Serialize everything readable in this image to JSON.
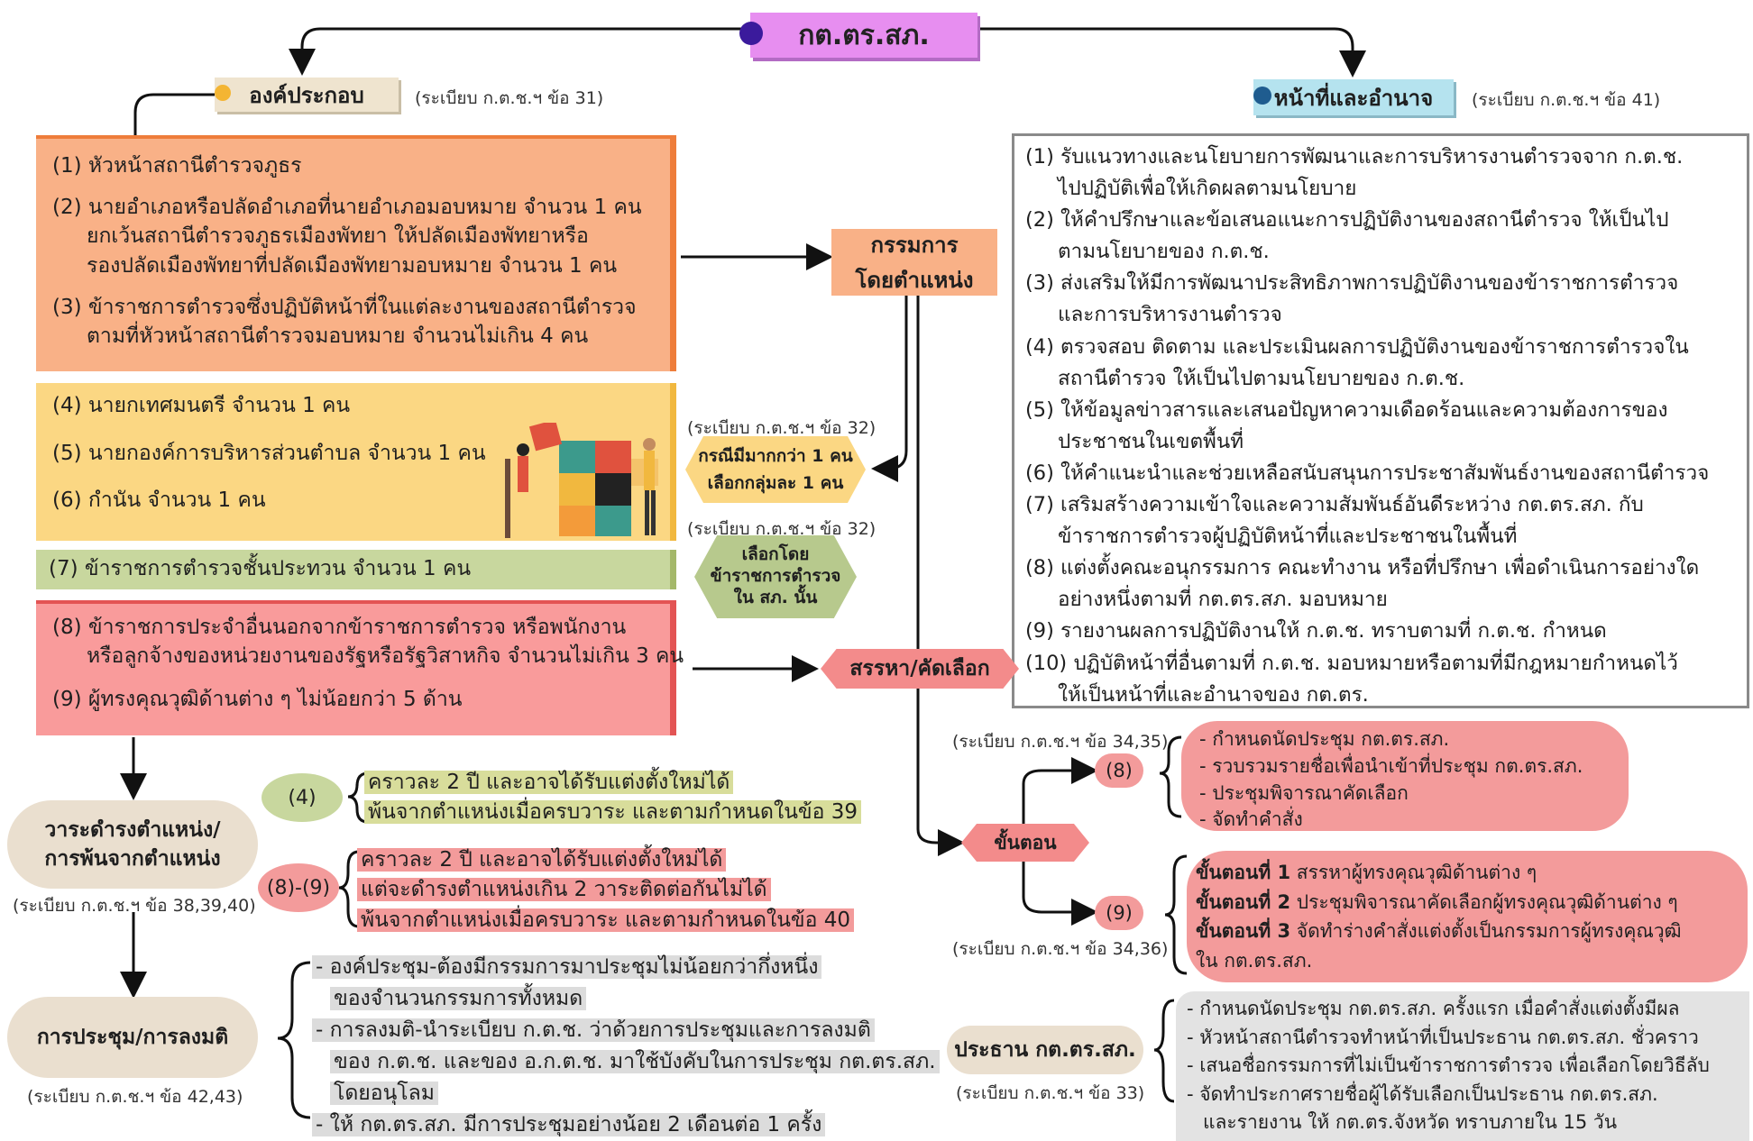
{
  "title": "กต.ตร.สภ.",
  "composition": {
    "label": "องค์ประกอบ",
    "ref": "(ระเบียบ ก.ต.ช.ฯ ข้อ 31)"
  },
  "duties": {
    "label": "หน้าที่และอำนาจ",
    "ref": "(ระเบียบ ก.ต.ช.ฯ ข้อ 41)",
    "items": [
      [
        "(1) รับแนวทางและนโยบายการพัฒนาและการบริหารงานตำรวจจาก ก.ต.ช.",
        "ไปปฏิบัติเพื่อให้เกิดผลตามนโยบาย"
      ],
      [
        "(2) ให้คำปรึกษาและข้อเสนอแนะการปฏิบัติงานของสถานีตำรวจ ให้เป็นไป",
        "ตามนโยบายของ ก.ต.ช."
      ],
      [
        "(3) ส่งเสริมให้มีการพัฒนาประสิทธิภาพการปฏิบัติงานของข้าราชการตำรวจ",
        "และการบริหารงานตำรวจ"
      ],
      [
        "(4) ตรวจสอบ ติดตาม และประเมินผลการปฏิบัติงานของข้าราชการตำรวจใน",
        "สถานีตำรวจ ให้เป็นไปตามนโยบายของ ก.ต.ช."
      ],
      [
        "(5) ให้ข้อมูลข่าวสารและเสนอปัญหาความเดือดร้อนและความต้องการของ",
        "ประชาชนในเขตพื้นที่"
      ],
      [
        "(6) ให้คำแนะนำและช่วยเหลือสนับสนุนการประชาสัมพันธ์งานของสถานีตำรวจ"
      ],
      [
        "(7) เสริมสร้างความเข้าใจและความสัมพันธ์อันดีระหว่าง กต.ตร.สภ. กับ",
        "ข้าราชการตำรวจผู้ปฏิบัติหน้าที่และประชาชนในพื้นที่"
      ],
      [
        "(8)  แต่งตั้งคณะอนุกรรมการ คณะทำงาน หรือที่ปรึกษา เพื่อดำเนินการอย่างใด",
        "อย่างหนึ่งตามที่ กต.ตร.สภ. มอบหมาย"
      ],
      [
        "(9) รายงานผลการปฏิบัติงานให้ ก.ต.ช. ทราบตามที่ ก.ต.ช. กำหนด"
      ],
      [
        "(10) ปฏิบัติหน้าที่อื่นตามที่ ก.ต.ช. มอบหมายหรือตามที่มีกฎหมายกำหนดไว้",
        "ให้เป็นหน้าที่และอำนาจของ กต.ตร."
      ]
    ]
  },
  "members_orange": [
    [
      "(1) หัวหน้าสถานีตำรวจภูธร"
    ],
    [
      "(2) นายอำเภอหรือปลัดอำเภอที่นายอำเภอมอบหมาย จำนวน 1 คน",
      "ยกเว้นสถานีตำรวจภูธรเมืองพัทยา ให้ปลัดเมืองพัทยาหรือ",
      "รองปลัดเมืองพัทยาที่ปลัดเมืองพัทยามอบหมาย จำนวน 1 คน"
    ],
    [
      "(3) ข้าราชการตำรวจซึ่งปฏิบัติหน้าที่ในแต่ละงานของสถานีตำรวจ",
      "ตามที่หัวหน้าสถานีตำรวจมอบหมาย จำนวนไม่เกิน 4 คน"
    ]
  ],
  "members_yellow": [
    "(4) นายกเทศมนตรี จำนวน 1 คน",
    "(5) นายกองค์การบริหารส่วนตำบล จำนวน 1 คน",
    "(6) กำนัน จำนวน 1 คน"
  ],
  "members_green": "(7) ข้าราชการตำรวจชั้นประทวน จำนวน 1 คน",
  "members_red": [
    [
      "(8) ข้าราชการประจำอื่นนอกจากข้าราชการตำรวจ หรือพนักงาน",
      "หรือลูกจ้างของหน่วยงานของรัฐหรือรัฐวิสาหกิจ จำนวนไม่เกิน 3 คน"
    ],
    [
      "(9) ผู้ทรงคุณวุฒิด้านต่าง ๆ ไม่น้อยกว่า 5 ด้าน"
    ]
  ],
  "ex_officio": [
    "กรรมการ",
    "โดยตำแหน่ง"
  ],
  "case_group": {
    "ref": "(ระเบียบ ก.ต.ช.ฯ ข้อ 32)",
    "lines": [
      "กรณีมีมากกว่า 1 คน",
      "เลือกกลุ่มละ 1 คน"
    ]
  },
  "police_select": {
    "ref": "(ระเบียบ ก.ต.ช.ฯ ข้อ 32)",
    "lines": [
      "เลือกโดย",
      "ข้าราชการตำรวจ",
      "ใน สภ. นั้น"
    ]
  },
  "recruit": "สรรหา/คัดเลือก",
  "procedure": {
    "label": "ขั้นตอน",
    "ref8": "(ระเบียบ ก.ต.ช.ฯ ข้อ 34,35)",
    "tag8": "(8)",
    "steps8": [
      "- กำหนดนัดประชุม กต.ตร.สภ.",
      "- รวบรวมรายชื่อเพื่อนำเข้าที่ประชุม กต.ตร.สภ.",
      "- ประชุมพิจารณาคัดเลือก",
      "- จัดทำคำสั่ง"
    ],
    "ref9": "(ระเบียบ ก.ต.ช.ฯ ข้อ 34,36)",
    "tag9": "(9)",
    "steps9": [
      {
        "b": "ขั้นตอนที่ 1",
        "t": " สรรหาผู้ทรงคุณวุฒิด้านต่าง ๆ"
      },
      {
        "b": "ขั้นตอนที่ 2",
        "t": " ประชุมพิจารณาคัดเลือกผู้ทรงคุณวุฒิด้านต่าง ๆ"
      },
      {
        "b": "ขั้นตอนที่ 3",
        "t": " จัดทำร่างคำสั่งแต่งตั้งเป็นกรรมการผู้ทรงคุณวุฒิ"
      },
      {
        "b": "",
        "t": "ใน กต.ตร.สภ."
      }
    ]
  },
  "term": {
    "lines": [
      "วาระดำรงตำแหน่ง/",
      "การพ้นจากตำแหน่ง"
    ],
    "ref": "(ระเบียบ ก.ต.ช.ฯ ข้อ 38,39,40)",
    "tag4": "(4)",
    "text4": [
      "คราวละ 2 ปี และอาจได้รับแต่งตั้งใหม่ได้",
      "พ้นจากตำแหน่งเมื่อครบวาระ และตามกำหนดในข้อ 39"
    ],
    "tag89": "(8)-(9)",
    "text89": [
      "คราวละ 2 ปี และอาจได้รับแต่งตั้งใหม่ได้",
      "แต่จะดำรงตำแหน่งเกิน 2 วาระติดต่อกันไม่ได้",
      "พ้นจากตำแหน่งเมื่อครบวาระ และตามกำหนดในข้อ 40"
    ]
  },
  "meeting": {
    "label": "การประชุม/การลงมติ",
    "ref": "(ระเบียบ ก.ต.ช.ฯ ข้อ 42,43)",
    "lines": [
      "- องค์ประชุม-ต้องมีกรรมการมาประชุมไม่น้อยกว่ากึ่งหนึ่ง",
      "ของจำนวนกรรมการทั้งหมด",
      "- การลงมติ-นำระเบียบ ก.ต.ช. ว่าด้วยการประชุมและการลงมติ",
      "ของ ก.ต.ช. และของ อ.ก.ต.ช. มาใช้บังคับในการประชุม กต.ตร.สภ.",
      "โดยอนุโลม",
      "- ให้ กต.ตร.สภ. มีการประชุมอย่างน้อย 2 เดือนต่อ 1 ครั้ง"
    ]
  },
  "chairman": {
    "label": "ประธาน กต.ตร.สภ.",
    "ref": "(ระเบียบ ก.ต.ช.ฯ ข้อ 33)",
    "lines": [
      "- กำหนดนัดประชุม กต.ตร.สภ. ครั้งแรก เมื่อคำสั่งแต่งตั้งมีผล",
      "- หัวหน้าสถานีตำรวจทำหน้าที่เป็นประธาน กต.ตร.สภ. ชั่วคราว",
      "- เสนอชื่อกรรมการที่ไม่เป็นข้าราชการตำรวจ เพื่อเลือกโดยวิธีลับ",
      "- จัดทำประกาศรายชื่อผู้ได้รับเลือกเป็นประธาน กต.ตร.สภ.",
      "และรายงาน ให้ กต.ตร.จังหวัด ทราบภายใน 15 วัน"
    ]
  },
  "colors": {
    "title_bg": "#e78ef0",
    "orange": "#f9b187",
    "yellow": "#fbd783",
    "green": "#c8d79e",
    "red": "#f99b9b",
    "beige": "#eadfcf",
    "gray": "#e3e3e3",
    "pink": "#f38b8b",
    "cyan": "#b5e3ef"
  }
}
